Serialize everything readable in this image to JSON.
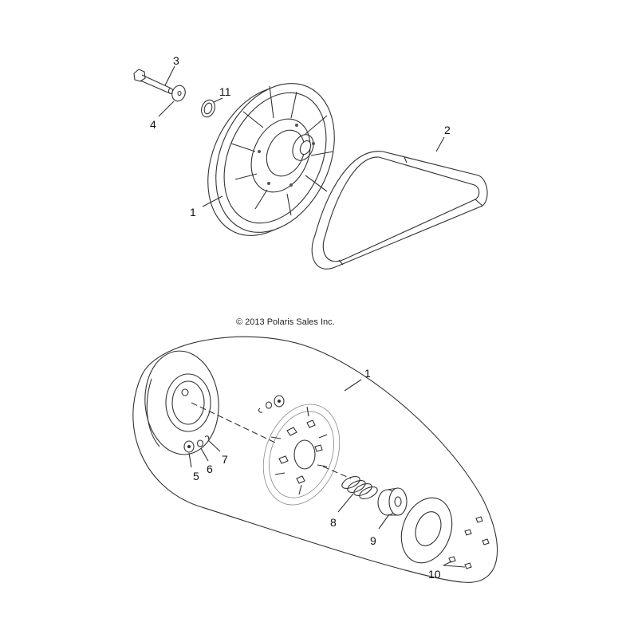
{
  "copyright": "© 2013 Polaris Sales Inc.",
  "upper_assembly": {
    "callouts": {
      "driven_clutch": "1",
      "belt": "2",
      "bolt": "3",
      "washer": "4",
      "spacer_ring": "11"
    }
  },
  "lower_assembly": {
    "callouts": {
      "driven_clutch": "1",
      "roller": "5",
      "washer": "6",
      "clip": "7",
      "spring": "8",
      "bushing": "9",
      "screws": "10"
    }
  }
}
